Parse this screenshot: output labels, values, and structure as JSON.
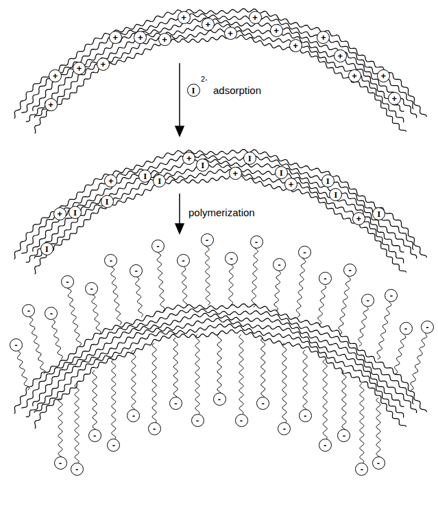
{
  "diagram": {
    "nodes": [
      {
        "text": [
          "+"
        ]
      },
      {
        "text": [
          "+"
        ]
      },
      {
        "text": [
          "+"
        ]
      },
      {
        "text": [
          "+"
        ]
      },
      {
        "text": [
          "+"
        ]
      },
      {
        "text": [
          "+"
        ]
      },
      {
        "text": [
          "+"
        ]
      },
      {
        "text": [
          "+"
        ]
      },
      {
        "text": [
          "+"
        ]
      },
      {
        "text": [
          "+"
        ]
      },
      {
        "text": [
          "+"
        ]
      },
      {
        "text": [
          "+"
        ]
      },
      {
        "text": [
          "+"
        ]
      },
      {
        "text": [
          "+"
        ]
      },
      {
        "text": [
          "+"
        ]
      },
      {
        "text": [
          "+"
        ]
      },
      {
        "text": [
          "+"
        ]
      },
      {
        "text": [
          "+"
        ]
      },
      {
        "text": [
          "I"
        ]
      },
      {
        "text": [
          "I"
        ]
      },
      {
        "text": [
          "+"
        ]
      },
      {
        "text": [
          "I"
        ]
      },
      {
        "text": [
          "I"
        ]
      },
      {
        "text": [
          "+"
        ]
      },
      {
        "text": [
          "I"
        ]
      },
      {
        "text": [
          "I"
        ]
      },
      {
        "text": [
          "+"
        ]
      },
      {
        "text": [
          "I"
        ]
      },
      {
        "text": [
          "+"
        ]
      },
      {
        "text": [
          "I"
        ]
      },
      {
        "text": [
          "I"
        ]
      },
      {
        "text": [
          "+"
        ]
      },
      {
        "text": [
          "I"
        ]
      },
      {
        "text": [
          "I"
        ]
      },
      {
        "text": [
          "+"
        ]
      },
      {
        "text": [
          "I"
        ]
      },
      {
        "text": [
          "-"
        ]
      },
      {
        "text": [
          "-"
        ]
      },
      {
        "text": [
          "-"
        ]
      },
      {
        "text": [
          "-"
        ]
      },
      {
        "text": [
          "-"
        ]
      },
      {
        "text": [
          "-"
        ]
      },
      {
        "text": [
          "-"
        ]
      },
      {
        "text": [
          "-"
        ]
      },
      {
        "text": [
          "-"
        ]
      },
      {
        "text": [
          "-"
        ]
      },
      {
        "text": [
          "-"
        ]
      },
      {
        "text": [
          "-"
        ]
      },
      {
        "text": [
          "-"
        ]
      },
      {
        "text": [
          "-"
        ]
      },
      {
        "text": [
          "-"
        ]
      },
      {
        "text": [
          "-"
        ]
      },
      {
        "text": [
          "-"
        ]
      },
      {
        "text": [
          "-"
        ]
      },
      {
        "text": [
          "-"
        ]
      },
      {
        "text": [
          "-"
        ]
      },
      {
        "text": [
          "-"
        ]
      },
      {
        "text": [
          "-"
        ]
      },
      {
        "text": [
          "-"
        ]
      },
      {
        "text": [
          "-"
        ]
      },
      {
        "text": [
          "-"
        ]
      },
      {
        "text": [
          "-"
        ]
      },
      {
        "text": [
          "-"
        ]
      },
      {
        "text": [
          "-"
        ]
      },
      {
        "text": [
          "-"
        ]
      },
      {
        "text": [
          "-"
        ]
      },
      {
        "text": [
          "-"
        ]
      },
      {
        "text": [
          "-"
        ]
      },
      {
        "text": [
          "-"
        ]
      },
      {
        "text": [
          "-"
        ]
      },
      {
        "text": [
          "-"
        ]
      },
      {
        "text": [
          "-"
        ]
      },
      {
        "text": [
          "-"
        ]
      }
    ],
    "labels": [
      "2-",
      "adsorption",
      "polymerization"
    ]
  }
}
